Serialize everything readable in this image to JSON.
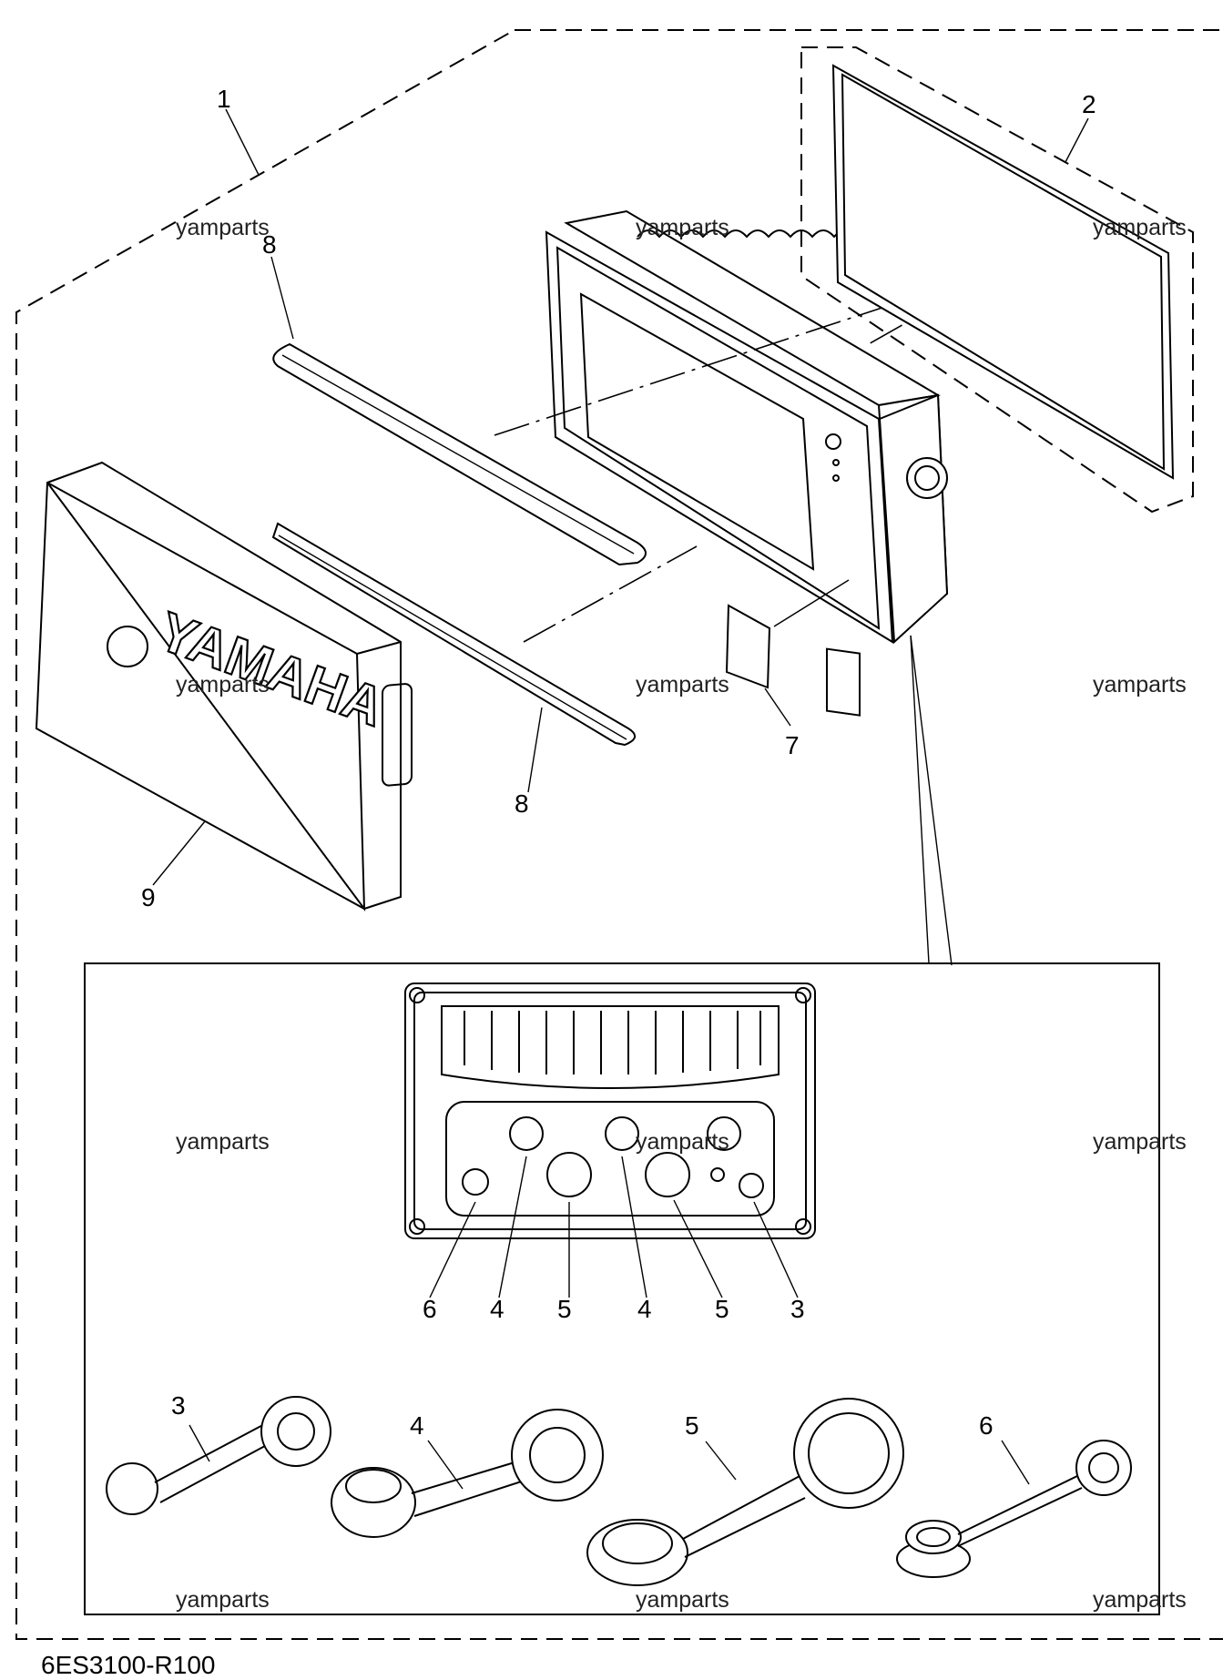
{
  "diagram": {
    "callouts": {
      "c1": "1",
      "c2": "2",
      "c8a": "8",
      "c9": "9",
      "c8b": "8",
      "c7": "7",
      "r6": "6",
      "r4a": "4",
      "r5a": "5",
      "r4b": "4",
      "r5b": "5",
      "r3": "3",
      "p3": "3",
      "p4": "4",
      "p5": "5",
      "p6": "6"
    },
    "watermark": "yamparts",
    "brand_text": "YAMAHA",
    "drawing_code": "6ES3100-R100"
  }
}
